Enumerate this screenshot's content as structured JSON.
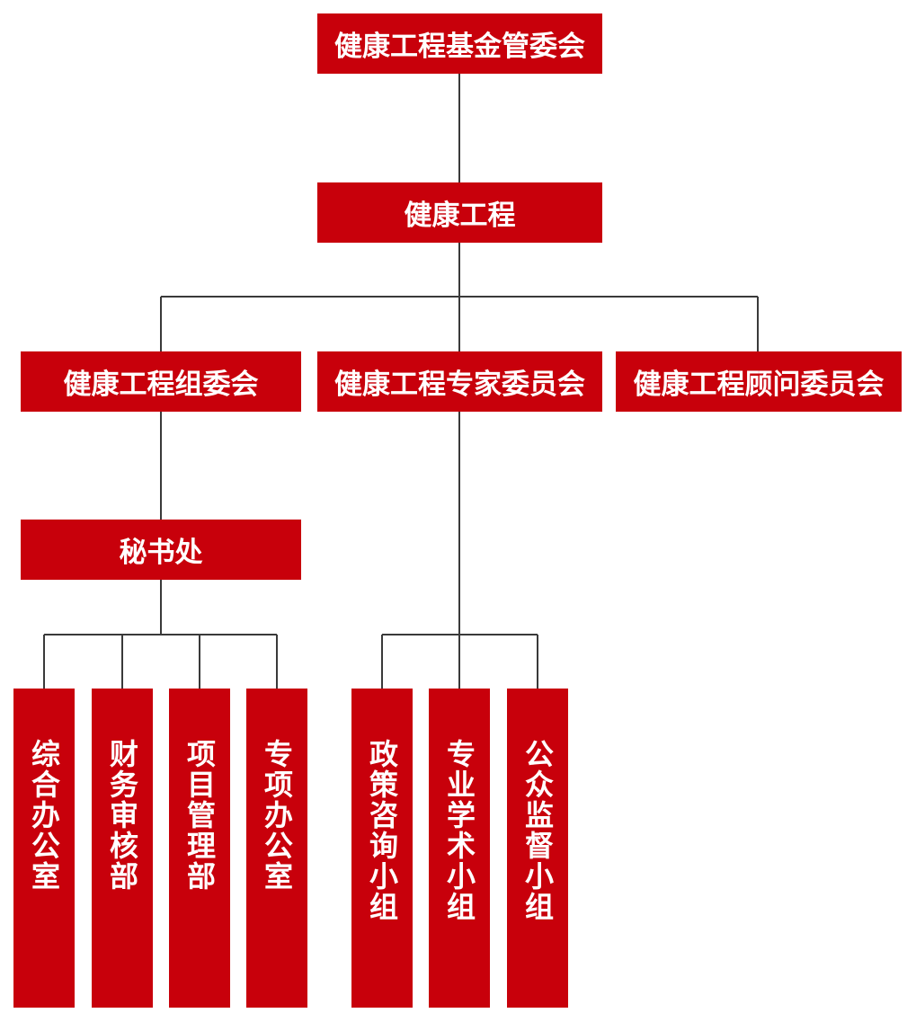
{
  "nodes": {
    "root": "健康工程基金管委会",
    "main": "健康工程",
    "org_committee": "健康工程组委会",
    "expert_committee": "健康工程专家委员会",
    "advisor_committee": "健康工程顾问委员会",
    "secretariat": "秘书处",
    "dept_general": "综合办公室",
    "dept_finance": "财务审核部",
    "dept_project": "项目管理部",
    "dept_special": "专项办公室",
    "group_policy": "政策咨询小组",
    "group_academic": "专业学术小组",
    "group_public": "公众监督小组"
  },
  "colors": {
    "box_fill": "#c8000b",
    "box_text": "#ffffff",
    "connector": "#3a3a3a"
  }
}
